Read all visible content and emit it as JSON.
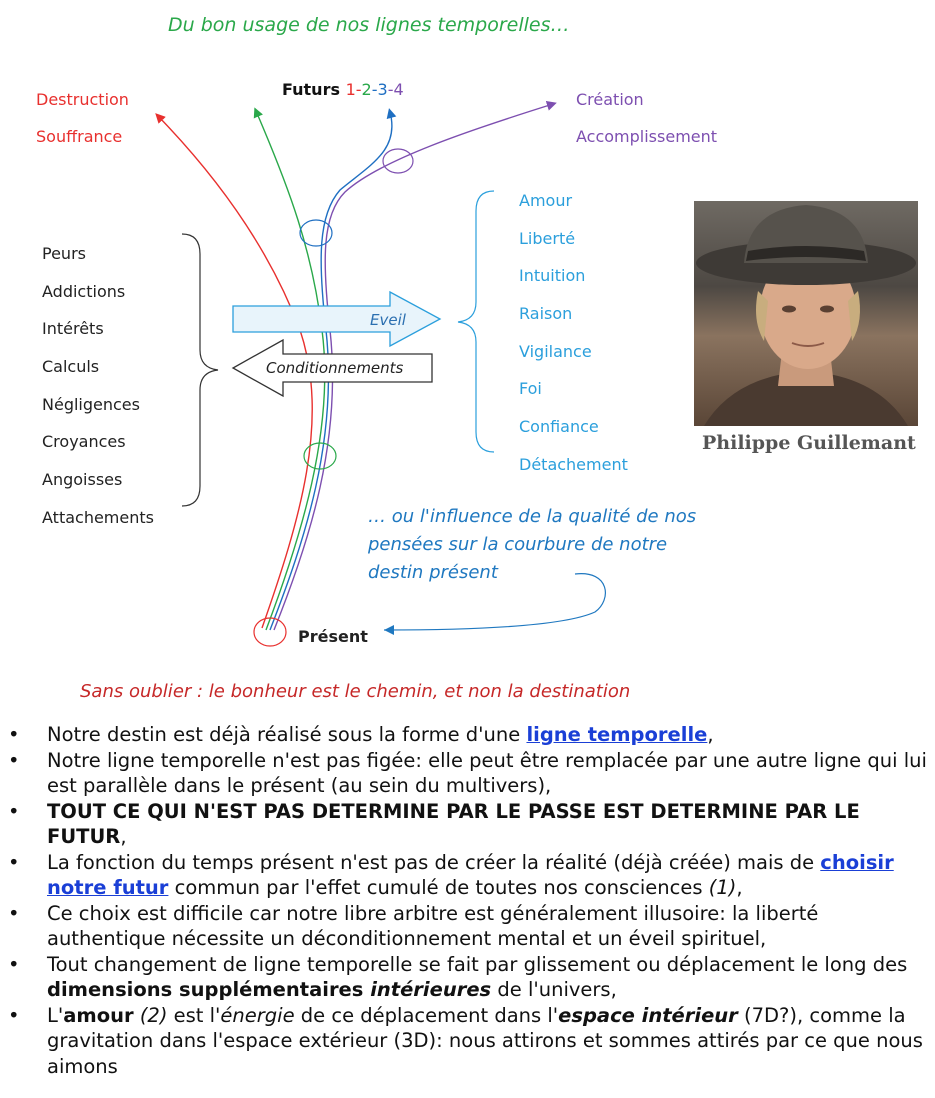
{
  "diagram": {
    "title": "Du bon usage de nos lignes temporelles…",
    "left_labels": [
      "Destruction",
      "Souffrance"
    ],
    "right_labels": [
      "Création",
      "Accomplissement"
    ],
    "futurs_label": "Futurs",
    "futurs_numbers": [
      "1",
      "-",
      "2",
      "-",
      "3",
      "-",
      "4"
    ],
    "negative_items": [
      "Peurs",
      "Addictions",
      "Intérêts",
      "Calculs",
      "Négligences",
      "Croyances",
      "Angoisses",
      "Attachements"
    ],
    "positive_items": [
      "Amour",
      "Liberté",
      "Intuition",
      "Raison",
      "Vigilance",
      "Foi",
      "Confiance",
      "Détachement"
    ],
    "eveil_label": "Eveil",
    "conditionnements_label": "Conditionnements",
    "influence_text": "… ou l'influence de la qualité de nos pensées sur la courbure de notre destin présent",
    "present_label": "Présent",
    "motto": "Sans oublier : le bonheur est le chemin, et non la destination",
    "photo_caption": "Philippe Guillemant",
    "colors": {
      "line1": "#e8302e",
      "line2": "#2aa84a",
      "line3": "#1f6fc2",
      "line4": "#7d4fb0",
      "accent_blue": "#2b9fdc",
      "title_green": "#2aa84a",
      "motto_red": "#c62828"
    }
  },
  "bullets": [
    [
      {
        "t": "Notre destin est déjà réalisé sous la forme d'une "
      },
      {
        "t": "ligne temporelle",
        "s": "link"
      },
      {
        "t": ","
      }
    ],
    [
      {
        "t": "Notre ligne temporelle n'est pas figée: elle peut être remplacée par une autre ligne qui lui est parallèle dans le présent (au sein du multivers),"
      }
    ],
    [
      {
        "t": "TOUT CE QUI N'EST PAS DETERMINE PAR LE PASSE EST DETERMINE PAR LE FUTUR",
        "s": "b"
      },
      {
        "t": ","
      }
    ],
    [
      {
        "t": "La fonction du temps présent n'est pas de créer la réalité (déjà créée) mais de "
      },
      {
        "t": "choisir notre futur",
        "s": "link"
      },
      {
        "t": " commun par l'effet cumulé de toutes nos consciences "
      },
      {
        "t": "(1)",
        "s": "i"
      },
      {
        "t": ","
      }
    ],
    [
      {
        "t": "Ce choix est difficile car notre libre arbitre est généralement illusoire: la liberté authentique nécessite un déconditionnement mental et un éveil spirituel,"
      }
    ],
    [
      {
        "t": "Tout changement de ligne temporelle se fait par glissement ou déplacement le long des "
      },
      {
        "t": "dimensions supplémentaires ",
        "s": "b"
      },
      {
        "t": "intérieures",
        "s": "bi"
      },
      {
        "t": " de l'univers,"
      }
    ],
    [
      {
        "t": "L'"
      },
      {
        "t": "amour",
        "s": "b"
      },
      {
        "t": " "
      },
      {
        "t": "(2)",
        "s": "i"
      },
      {
        "t": " est l'"
      },
      {
        "t": "énergie",
        "s": "i"
      },
      {
        "t": " de ce déplacement dans l'"
      },
      {
        "t": "espace intérieur",
        "s": "bi"
      },
      {
        "t": " (7D?), comme la gravitation dans l'espace extérieur (3D): nous attirons et sommes attirés par ce que nous aimons"
      }
    ]
  ]
}
